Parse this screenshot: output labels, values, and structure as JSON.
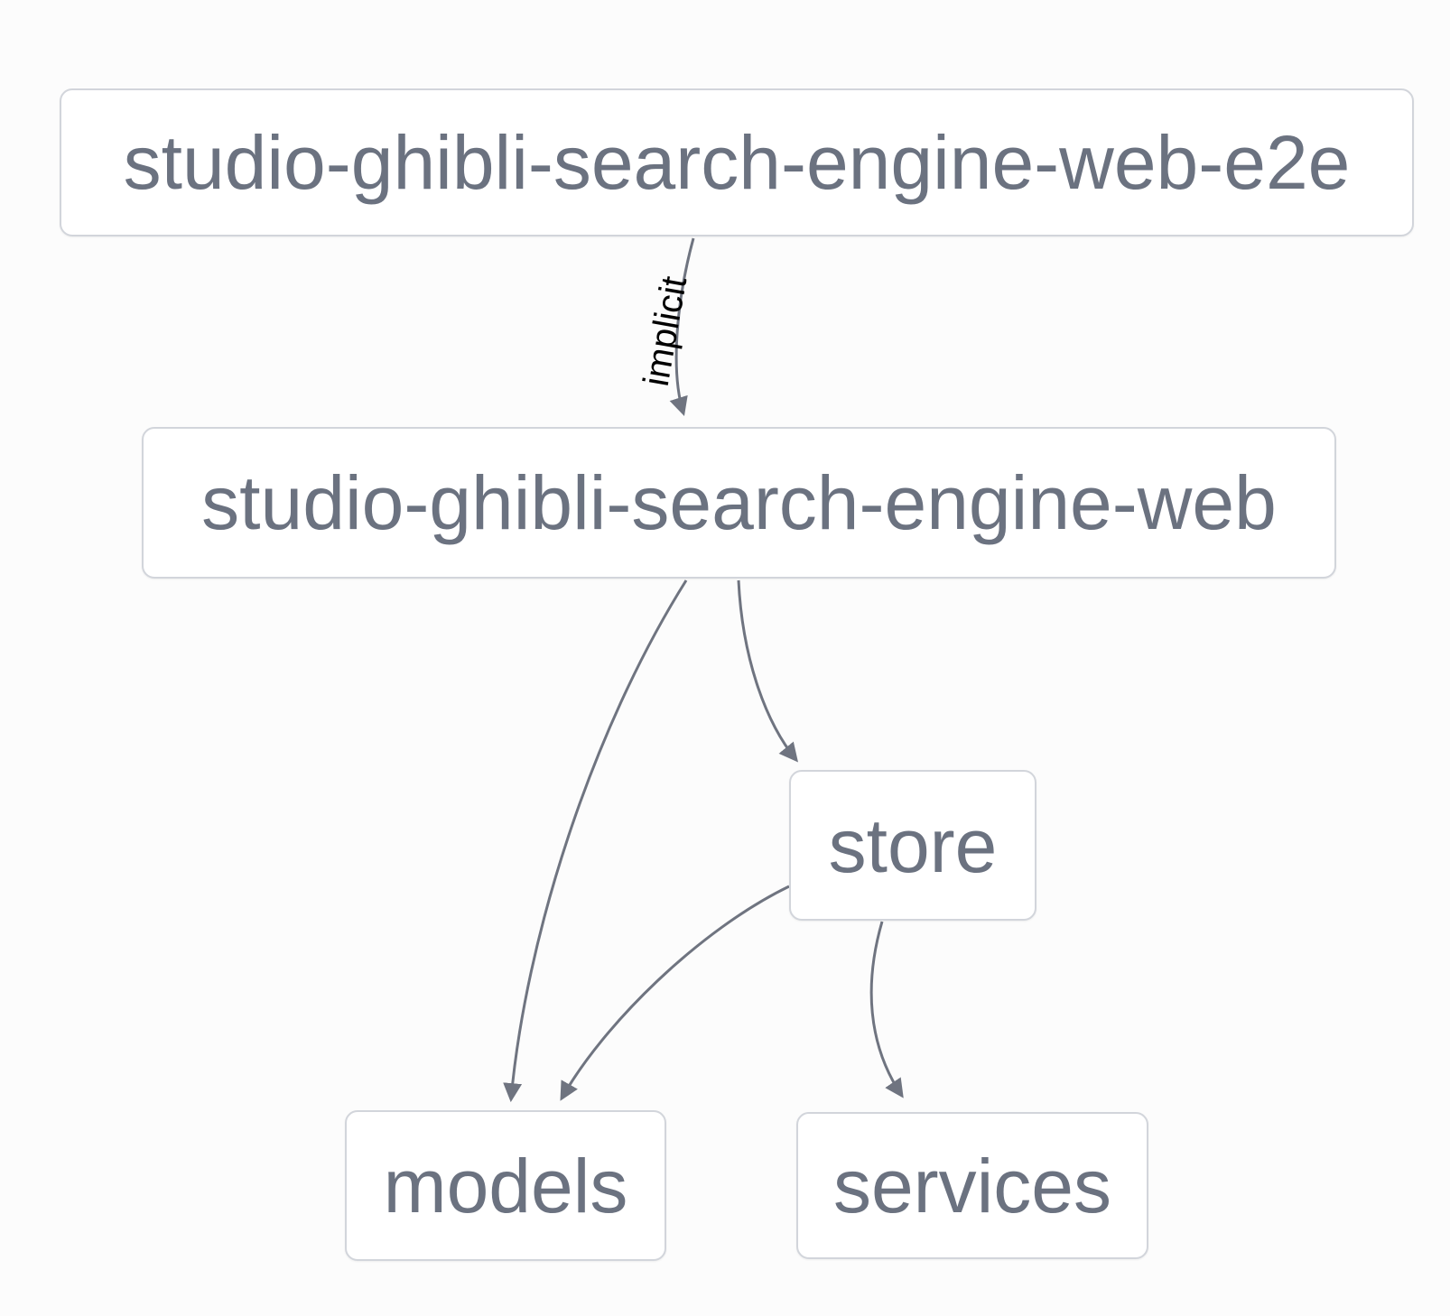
{
  "diagram": {
    "type": "dependency-graph",
    "nodes": [
      {
        "id": "studio-ghibli-search-engine-web-e2e",
        "label": "studio-ghibli-search-engine-web-e2e"
      },
      {
        "id": "studio-ghibli-search-engine-web",
        "label": "studio-ghibli-search-engine-web"
      },
      {
        "id": "store",
        "label": "store"
      },
      {
        "id": "models",
        "label": "models"
      },
      {
        "id": "services",
        "label": "services"
      }
    ],
    "edges": [
      {
        "from": "studio-ghibli-search-engine-web-e2e",
        "to": "studio-ghibli-search-engine-web",
        "label": "implicit",
        "style": "implicit"
      },
      {
        "from": "studio-ghibli-search-engine-web",
        "to": "models",
        "label": ""
      },
      {
        "from": "studio-ghibli-search-engine-web",
        "to": "store",
        "label": ""
      },
      {
        "from": "store",
        "to": "models",
        "label": ""
      },
      {
        "from": "store",
        "to": "services",
        "label": ""
      }
    ],
    "colors": {
      "background": "#fcfcfc",
      "node_fill": "#ffffff",
      "node_border": "#d2d5db",
      "node_text": "#6b7280",
      "edge_stroke": "#6f7480",
      "edge_label_text": "#000000"
    }
  }
}
